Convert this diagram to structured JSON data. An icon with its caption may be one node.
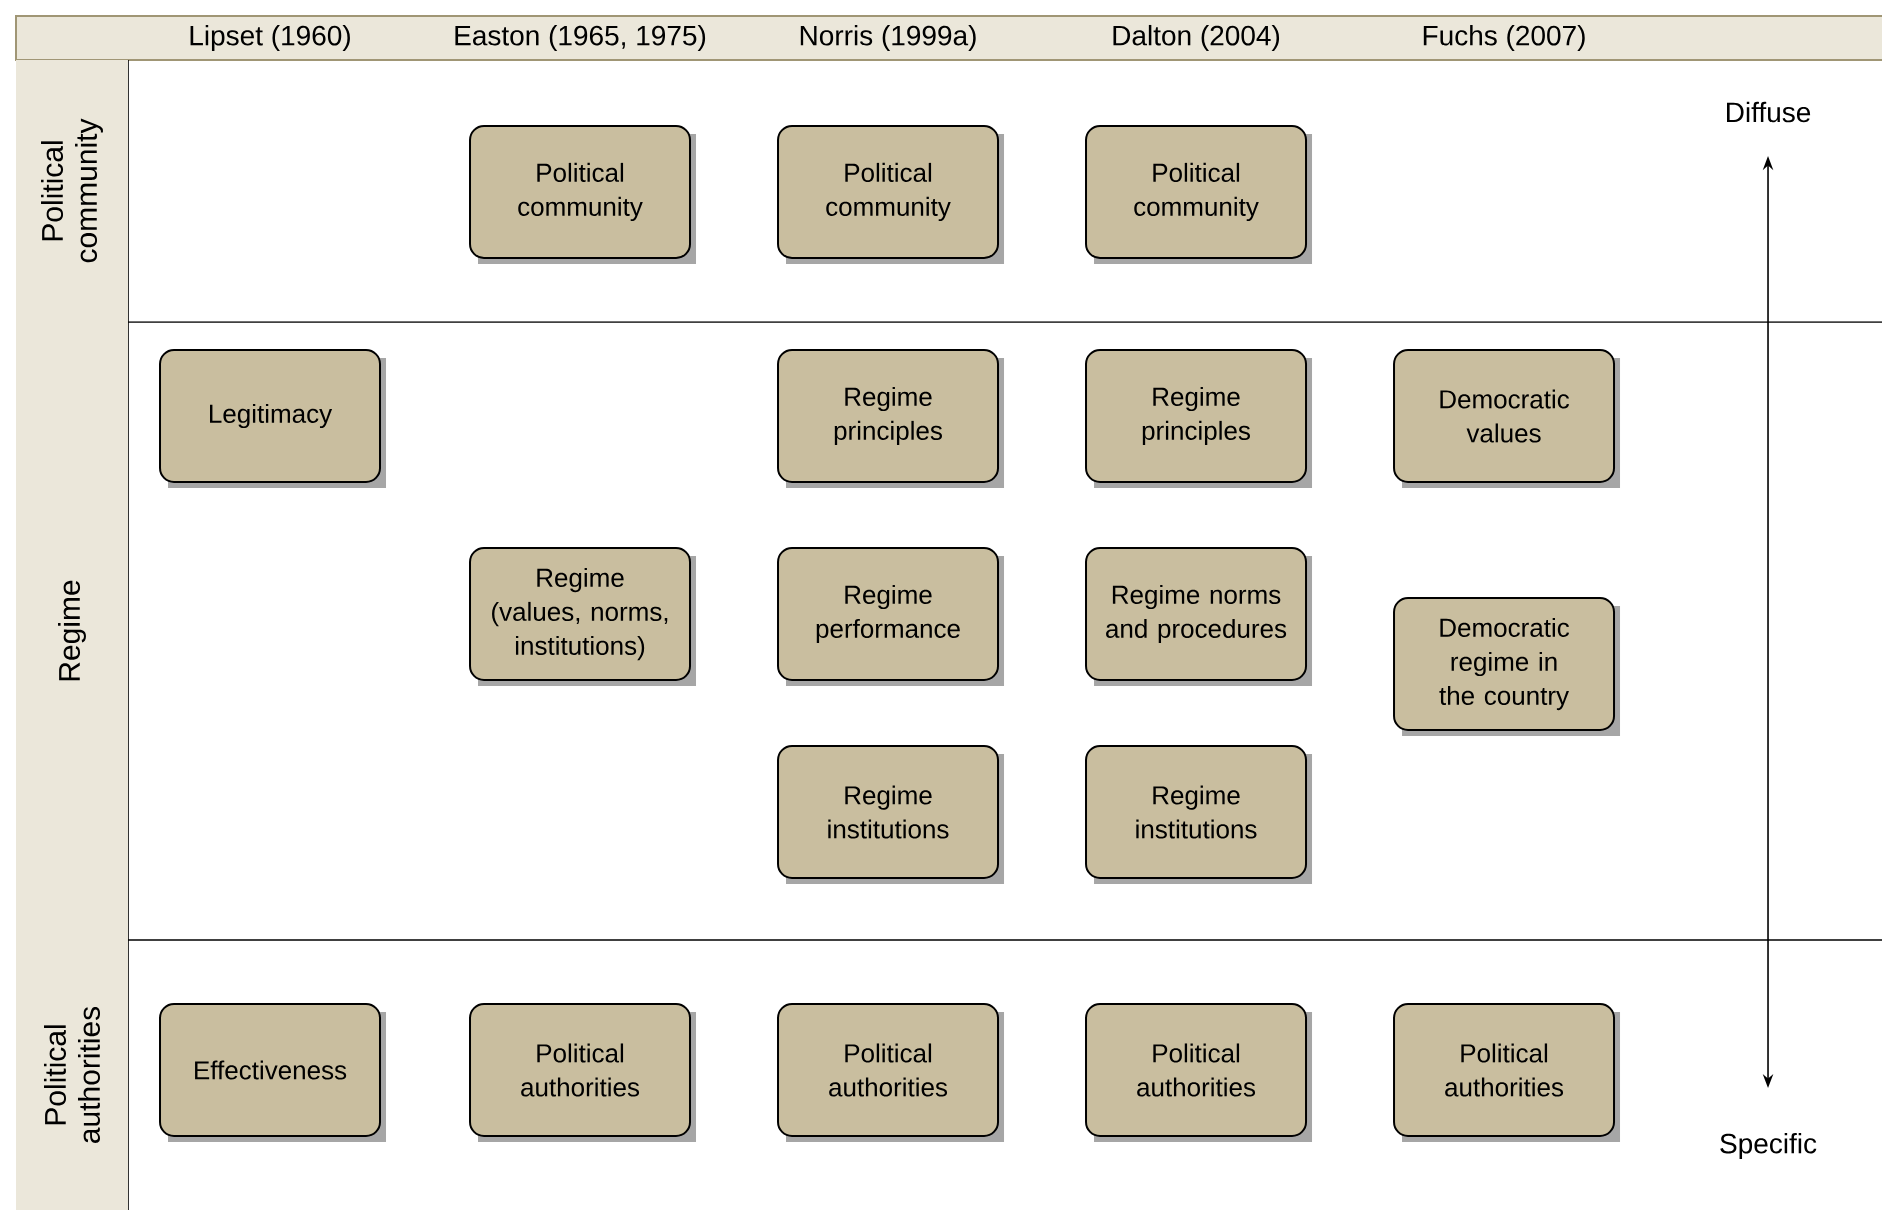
{
  "diagram": {
    "nodes": [
      {
        "text": [
          "Political community"
        ]
      },
      {
        "text": [
          "Political community"
        ]
      },
      {
        "text": [
          "Political community"
        ]
      },
      {
        "text": [
          "Political community"
        ]
      },
      {
        "text": [
          "Regime"
        ]
      },
      {
        "text": [
          "Legitimacy"
        ]
      },
      {
        "text": [
          "Regime principles"
        ]
      },
      {
        "text": [
          "Regime principles"
        ]
      },
      {
        "text": [
          "Democratic values"
        ]
      },
      {
        "text": [
          "Regime (values, norms, institutions)"
        ]
      },
      {
        "text": [
          "Regime performance"
        ]
      },
      {
        "text": [
          "Regime norms and procedures"
        ]
      },
      {
        "text": [
          "Democratic regime in the country"
        ]
      },
      {
        "text": [
          "Regime institutions"
        ]
      },
      {
        "text": [
          "Regime institutions"
        ]
      },
      {
        "text": [
          "Political authorities"
        ]
      },
      {
        "text": [
          "Effectiveness"
        ]
      },
      {
        "text": [
          "Political authorities"
        ]
      },
      {
        "text": [
          "Political authorities"
        ]
      },
      {
        "text": [
          "Political authorities"
        ]
      },
      {
        "text": [
          "Political authorities"
        ]
      }
    ],
    "labels": [
      "Lipset (1960)",
      "Easton (1965, 1975)",
      "Norris (1999a)",
      "Dalton (2004)",
      "Fuchs (2007)",
      "Diffuse",
      "Specific"
    ]
  }
}
